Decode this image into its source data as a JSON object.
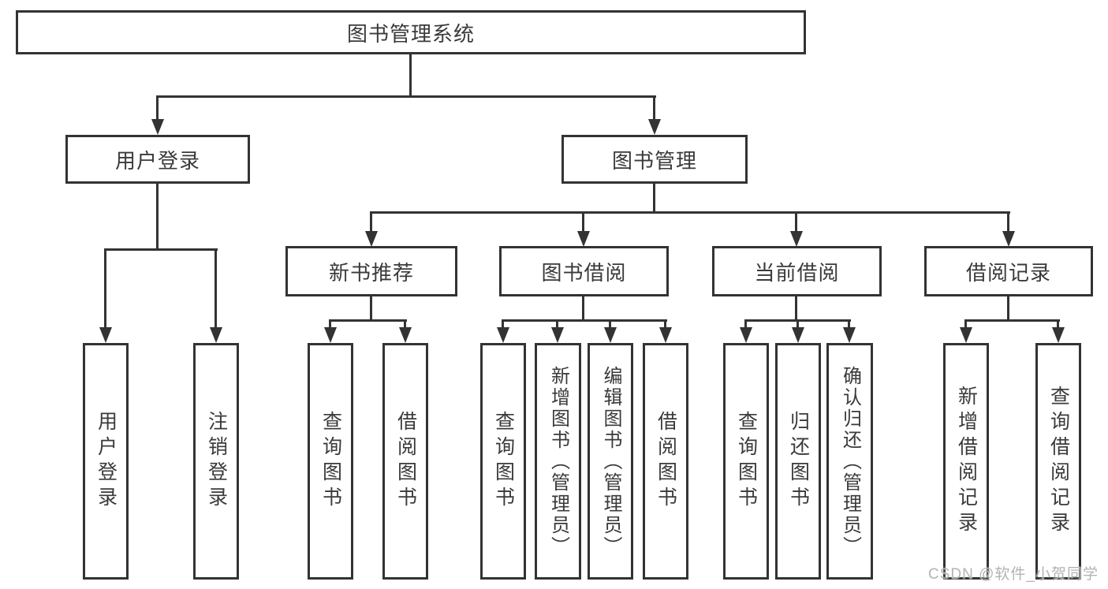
{
  "colors": {
    "line": "#333333",
    "text": "#3a3a3a",
    "watermark": "#b3b3b3",
    "bg": "#ffffff"
  },
  "watermark": "CSDN @软件_小贺同学",
  "nodes": {
    "root": {
      "label": "图书管理系统"
    },
    "user_login": {
      "label": "用户登录"
    },
    "book_management": {
      "label": "图书管理"
    },
    "new_book_recommend": {
      "label": "新书推荐"
    },
    "book_borrowing": {
      "label": "图书借阅"
    },
    "current_borrowing": {
      "label": "当前借阅"
    },
    "borrowing_records": {
      "label": "借阅记录"
    },
    "user_login_leaf": {
      "label": "用户登录"
    },
    "logout_leaf": {
      "label": "注销登录"
    },
    "nb_query_books": {
      "label": "查询图书"
    },
    "nb_borrow_books": {
      "label": "借阅图书"
    },
    "bb_query_books": {
      "label": "查询图书"
    },
    "bb_add_books": {
      "label": "新增图书（管理员）"
    },
    "bb_edit_books": {
      "label": "编辑图书（管理员）"
    },
    "bb_borrow_books": {
      "label": "借阅图书"
    },
    "cb_query_books": {
      "label": "查询图书"
    },
    "cb_return_books": {
      "label": "归还图书"
    },
    "cb_confirm_return": {
      "label": "确认归还（管理员）"
    },
    "br_add_records": {
      "label": "新增借阅记录"
    },
    "br_query_records": {
      "label": "查询借阅记录"
    }
  },
  "structure": {
    "root": [
      "user_login",
      "book_management"
    ],
    "user_login": [
      "user_login_leaf",
      "logout_leaf"
    ],
    "book_management": [
      "new_book_recommend",
      "book_borrowing",
      "current_borrowing",
      "borrowing_records"
    ],
    "new_book_recommend": [
      "nb_query_books",
      "nb_borrow_books"
    ],
    "book_borrowing": [
      "bb_query_books",
      "bb_add_books",
      "bb_edit_books",
      "bb_borrow_books"
    ],
    "current_borrowing": [
      "cb_query_books",
      "cb_return_books",
      "cb_confirm_return"
    ],
    "borrowing_records": [
      "br_add_records",
      "br_query_records"
    ]
  }
}
